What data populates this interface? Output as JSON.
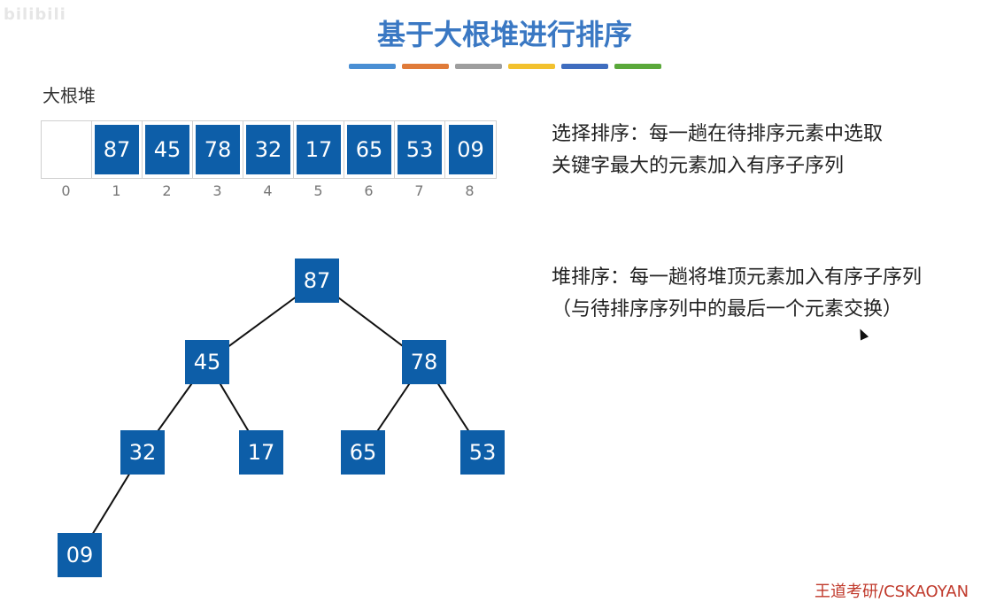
{
  "watermark_top": "bilibili",
  "title": "基于大根堆进行排序",
  "color_bars": [
    "#4a8fd4",
    "#e07b39",
    "#9e9e9e",
    "#f2c12e",
    "#3f6dbf",
    "#5aa83a"
  ],
  "heap_label": "大根堆",
  "array": {
    "cells": [
      "",
      "87",
      "45",
      "78",
      "32",
      "17",
      "65",
      "53",
      "09"
    ],
    "indices": [
      "0",
      "1",
      "2",
      "3",
      "4",
      "5",
      "6",
      "7",
      "8"
    ]
  },
  "selection_sort": {
    "line1": "选择排序：每一趟在待排序元素中选取",
    "line2": "关键字最大的元素加入有序子序列"
  },
  "heap_sort": {
    "line1": "堆排序：每一趟将堆顶元素加入有序子序列",
    "line2": "（与待排序序列中的最后一个元素交换）"
  },
  "tree_nodes": [
    "87",
    "45",
    "78",
    "32",
    "17",
    "65",
    "53",
    "09"
  ],
  "watermark_bottom": "王道考研/CSKAOYAN"
}
